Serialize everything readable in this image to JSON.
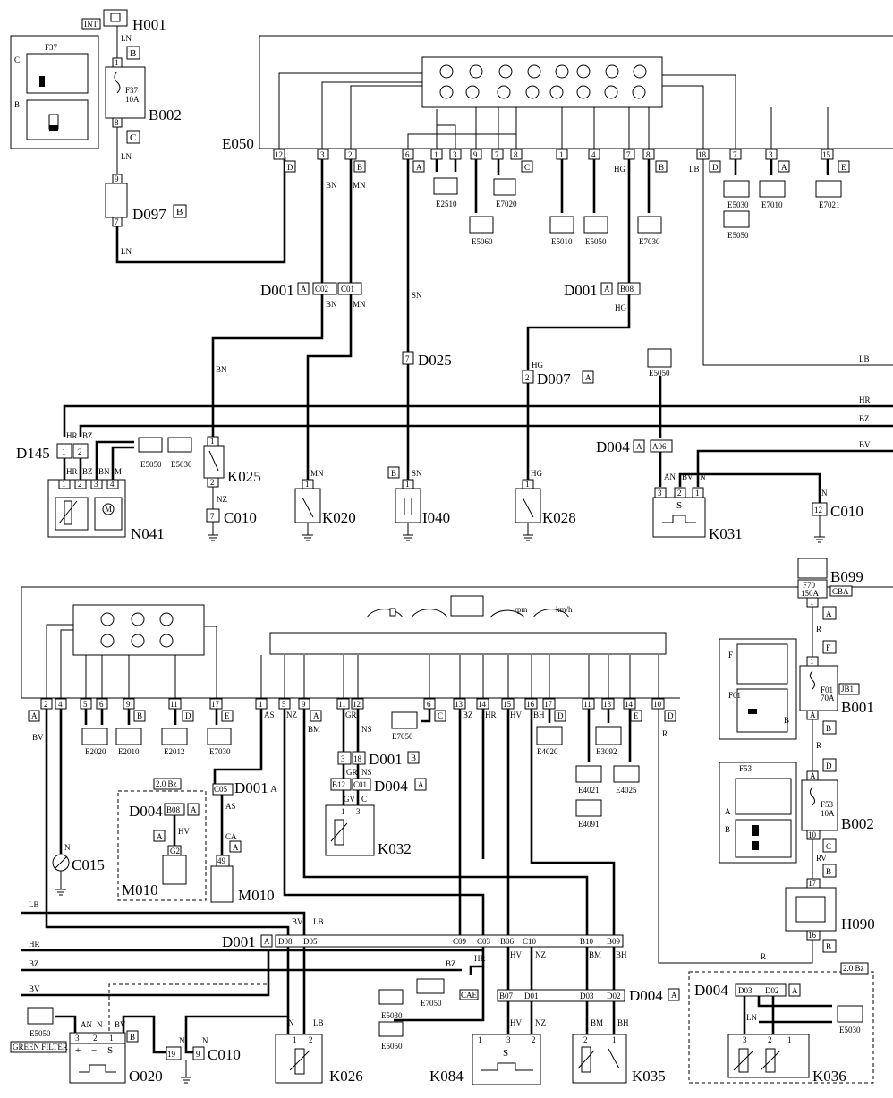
{
  "labels": {
    "h001": "H001",
    "int": "INT",
    "b002": "B002",
    "f37": "F37",
    "a10": "10A",
    "d097": "D097",
    "e050": "E050",
    "d001": "D001",
    "d025": "D025",
    "d007": "D007",
    "d004": "D004",
    "d145": "D145",
    "k025": "K025",
    "k020": "K020",
    "i040": "I040",
    "k028": "K028",
    "k031": "K031",
    "n041": "N041",
    "c010": "C010",
    "b099": "B099",
    "b001": "B001",
    "h090": "H090",
    "k032": "K032",
    "m010": "M010",
    "c015": "C015",
    "o020": "O020",
    "k026": "K026",
    "k084": "K084",
    "k035": "K035",
    "k036": "K036",
    "f70": "F70",
    "a150": "150A",
    "cba": "CBA",
    "f01": "F01",
    "a70": "70A",
    "jb1": "JB1",
    "f53": "F53",
    "green_filter": "GREEN FILTER",
    "cae": "CAE",
    "bz20": "2.0 Bz",
    "rpm": "rpm",
    "kmh": "km/h"
  },
  "letters": {
    "A": "A",
    "B": "B",
    "C": "C",
    "D": "D",
    "E": "E",
    "F": "F",
    "S": "S",
    "M": "M"
  },
  "wires": {
    "LN": "LN",
    "BN": "BN",
    "MN": "MN",
    "SN": "SN",
    "HG": "HG",
    "LB": "LB",
    "HR": "HR",
    "BZ": "BZ",
    "BV": "BV",
    "AN": "AN",
    "N": "N",
    "NZ": "NZ",
    "M": "M",
    "AS": "AS",
    "BM": "BM",
    "GR": "GR",
    "NS": "NS",
    "HV": "HV",
    "BH": "BH",
    "R": "R",
    "RV": "RV",
    "GV": "GV",
    "C": "C",
    "CA": "CA"
  },
  "pins": {
    "p1": "1",
    "p2": "2",
    "p3": "3",
    "p4": "4",
    "p5": "5",
    "p6": "6",
    "p7": "7",
    "p8": "8",
    "p9": "9",
    "p10": "10",
    "p11": "11",
    "p12": "12",
    "p13": "13",
    "p14": "14",
    "p15": "15",
    "p16": "16",
    "p17": "17",
    "p18": "18",
    "p19": "19",
    "p49": "49"
  },
  "codes": {
    "c02": "C02",
    "c01": "C01",
    "b08": "B08",
    "a06": "A06",
    "c05": "C05",
    "b12": "B12",
    "g2": "G2",
    "d08": "D08",
    "d05": "D05",
    "c09": "C09",
    "c03": "C03",
    "b06": "B06",
    "c10": "C10",
    "b10": "B10",
    "b09": "B09",
    "b07": "B07",
    "d01": "D01",
    "d03": "D03",
    "d02": "D02"
  },
  "refs": {
    "e2510": "E2510",
    "e5060": "E5060",
    "e7020": "E7020",
    "e5010": "E5010",
    "e5050": "E5050",
    "e7030": "E7030",
    "e5030": "E5030",
    "e7010": "E7010",
    "e7021": "E7021",
    "e2020": "E2020",
    "e2010": "E2010",
    "e2012": "E2012",
    "e7050": "E7050",
    "e4020": "E4020",
    "e3092": "E3092",
    "e4021": "E4021",
    "e4025": "E4025",
    "e4091": "E4091"
  }
}
